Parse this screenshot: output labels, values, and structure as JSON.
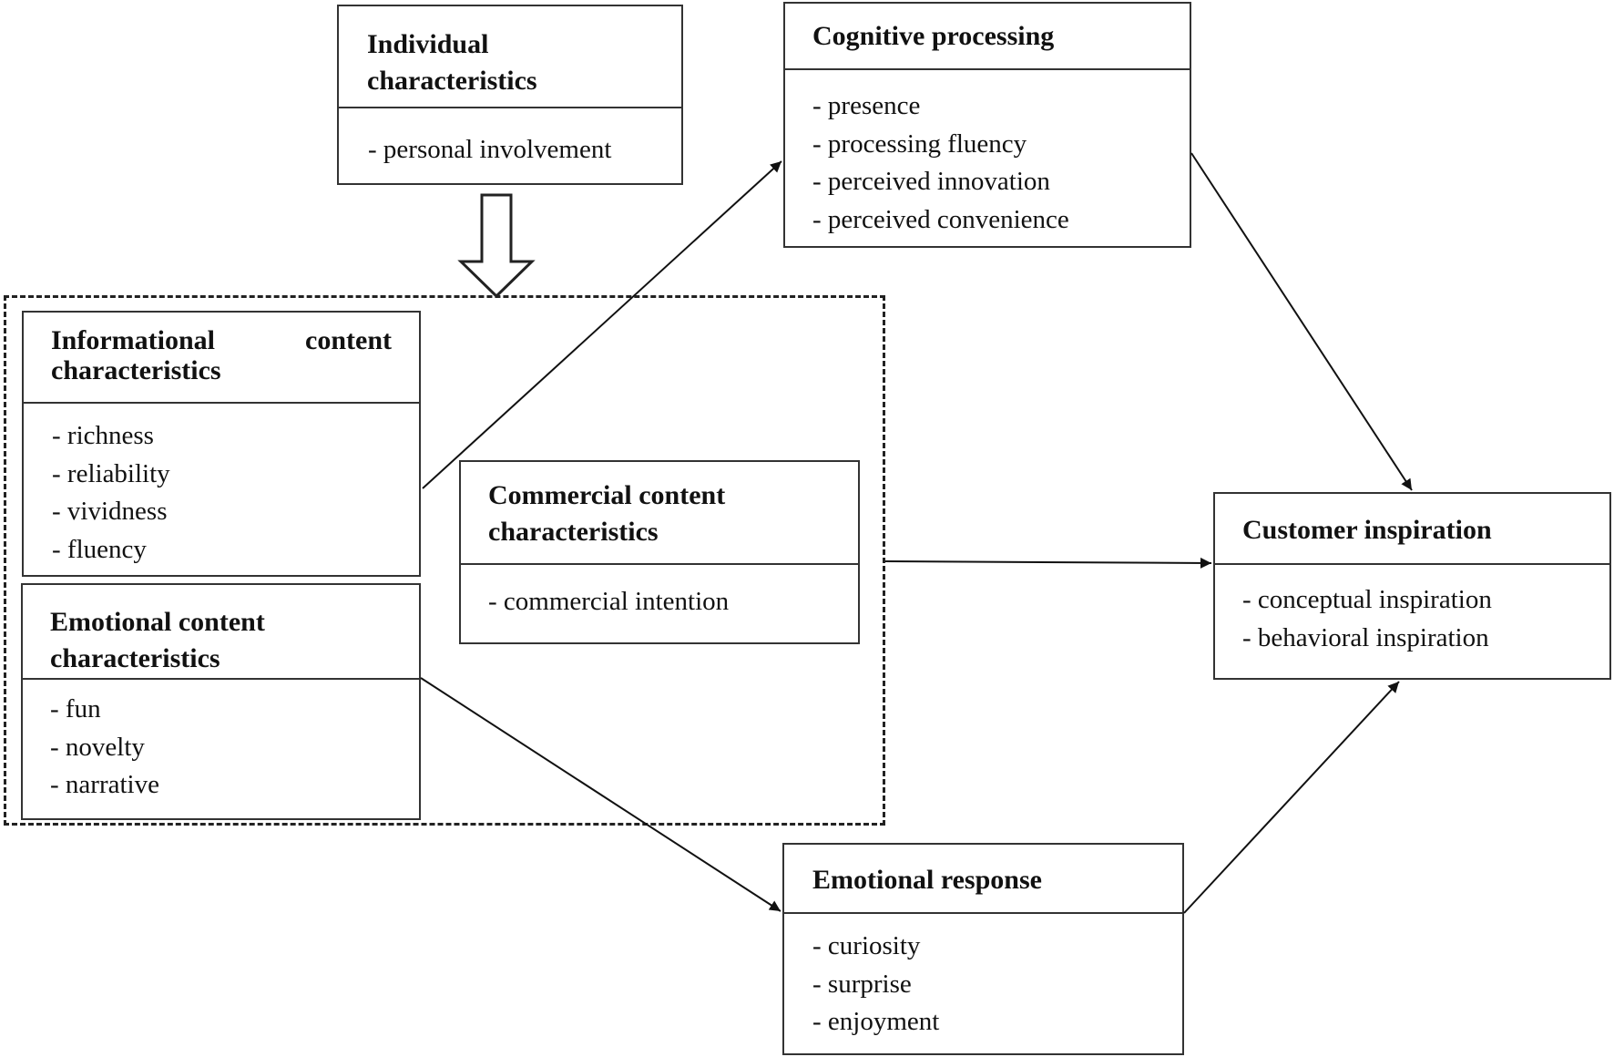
{
  "individual": {
    "title": "Individual characteristics",
    "items": [
      "personal involvement"
    ]
  },
  "cognitive": {
    "title": "Cognitive processing",
    "items": [
      "presence",
      "processing fluency",
      "perceived innovation",
      "perceived convenience"
    ]
  },
  "informational": {
    "title_left": "Informational",
    "title_right": "content",
    "title_line2": "characteristics",
    "items": [
      "richness",
      "reliability",
      "vividness",
      "fluency"
    ]
  },
  "commercial": {
    "title": "Commercial content characteristics",
    "items": [
      "commercial intention"
    ]
  },
  "emotional_content": {
    "title": "Emotional content characteristics",
    "items": [
      "fun",
      "novelty",
      "narrative"
    ]
  },
  "inspiration": {
    "title": "Customer inspiration",
    "items": [
      "conceptual inspiration",
      "behavioral inspiration"
    ]
  },
  "emotional_response": {
    "title": "Emotional response",
    "items": [
      "curiosity",
      "surprise",
      "enjoyment"
    ]
  }
}
